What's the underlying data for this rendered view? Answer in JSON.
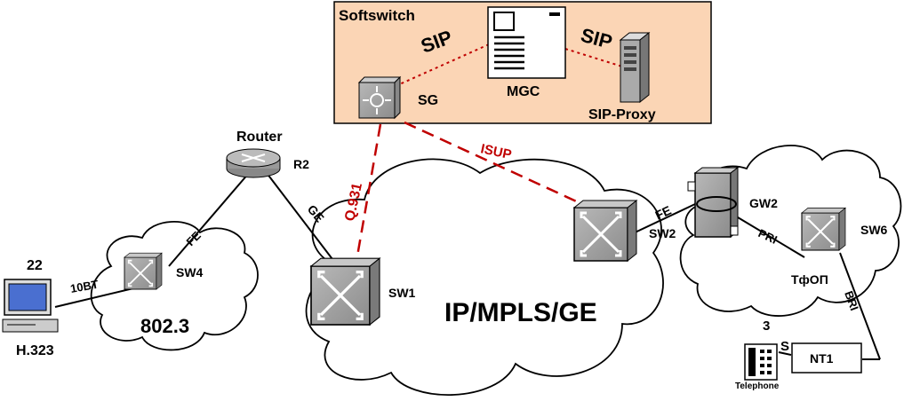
{
  "softswitch": {
    "title": "Softswitch"
  },
  "labels": {
    "sip_left": "SIP",
    "sip_right": "SIP",
    "mgc": "MGC",
    "sg": "SG",
    "sip_proxy": "SIP-Proxy",
    "router": "Router",
    "r2": "R2",
    "ge": "GE",
    "q931": "Q.931",
    "isup": "ISUP",
    "fe_router": "FE",
    "fe_gw": "FE",
    "sw1": "SW1",
    "sw2": "SW2",
    "sw4": "SW4",
    "sw6": "SW6",
    "gw2": "GW2",
    "pri": "PRI",
    "bri": "BRI",
    "tfop": "ТфОП",
    "num3": "3",
    "s": "S",
    "nt1": "NT1",
    "telephone": "Telephone",
    "num22": "22",
    "h323": "H.323",
    "tenbt": "10BT",
    "ieee": "802.3",
    "ipmpls": "IP/MPLS/GE"
  },
  "colors": {
    "softswitch_bg": "#fbd5b5",
    "signal_line": "#c00000"
  }
}
